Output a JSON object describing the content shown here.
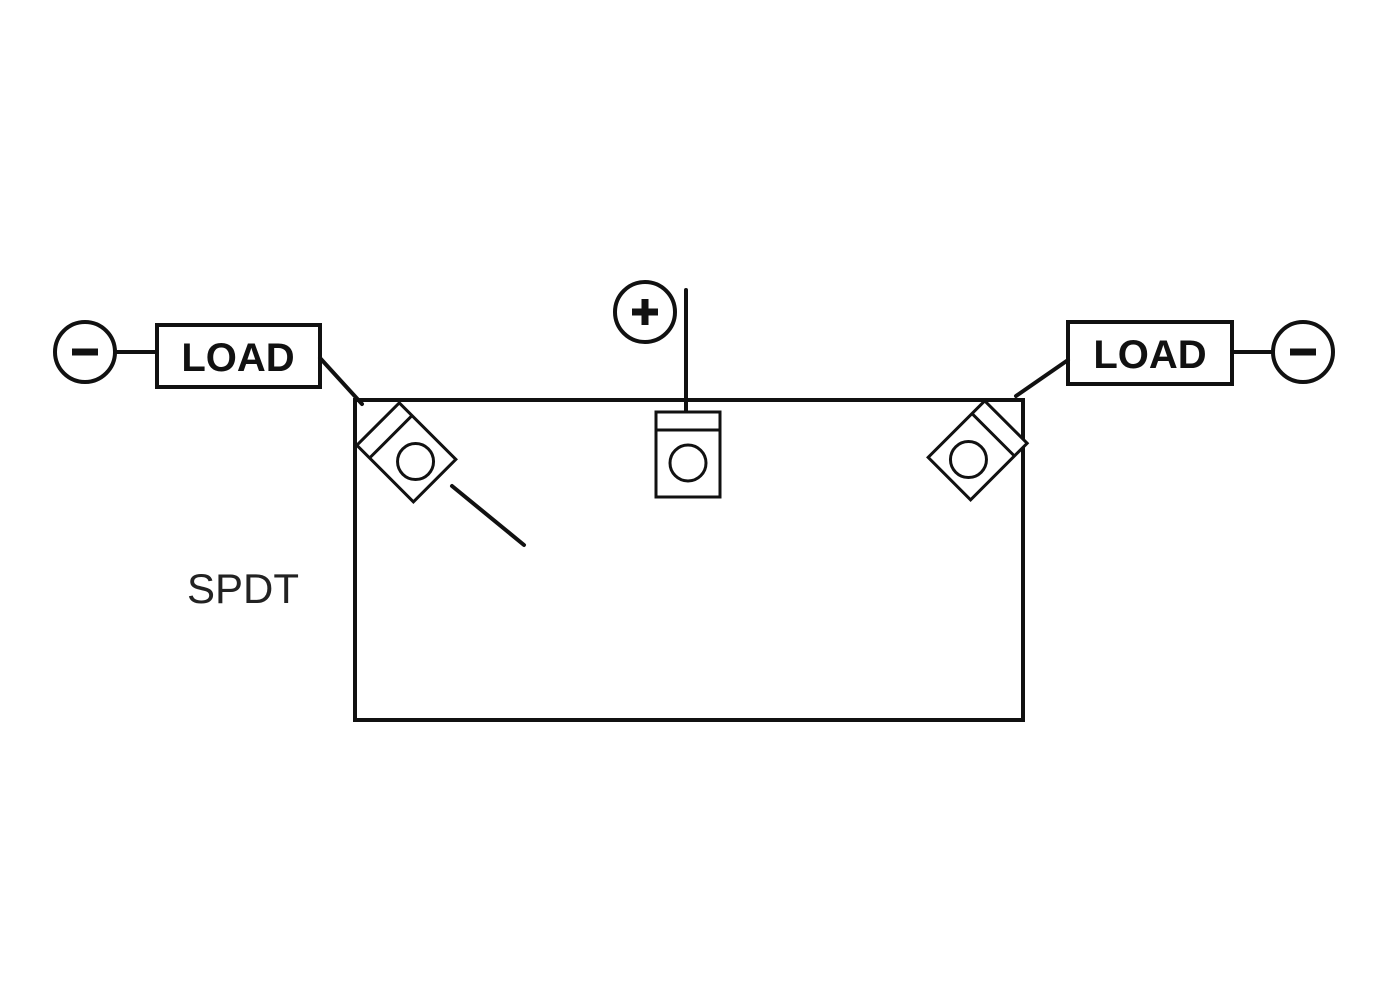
{
  "diagram": {
    "left_load": {
      "label": "LOAD",
      "polarity": "−"
    },
    "right_load": {
      "label": "LOAD",
      "polarity": "−"
    },
    "common": {
      "polarity": "+"
    },
    "switch_type": "SPDT"
  },
  "colors": {
    "line": "#111111",
    "background": "#ffffff"
  }
}
